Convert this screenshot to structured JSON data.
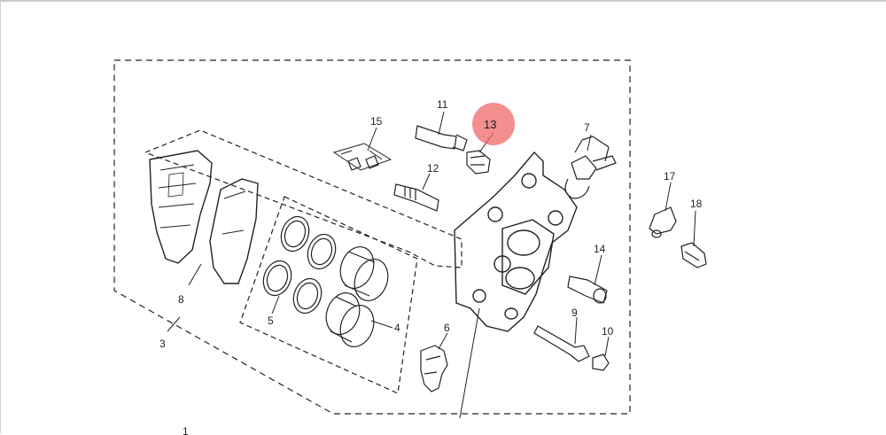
{
  "diagram": {
    "highlight_color": "#f06a6a",
    "highlighted_part": "13",
    "labels": {
      "p1": "1",
      "p3": "3",
      "p4": "4",
      "p5": "5",
      "p6": "6",
      "p7": "7",
      "p8": "8",
      "p9": "9",
      "p10": "10",
      "p11": "11",
      "p12": "12",
      "p13": "13",
      "p14": "14",
      "p15": "15",
      "p17": "17",
      "p18": "18"
    }
  }
}
